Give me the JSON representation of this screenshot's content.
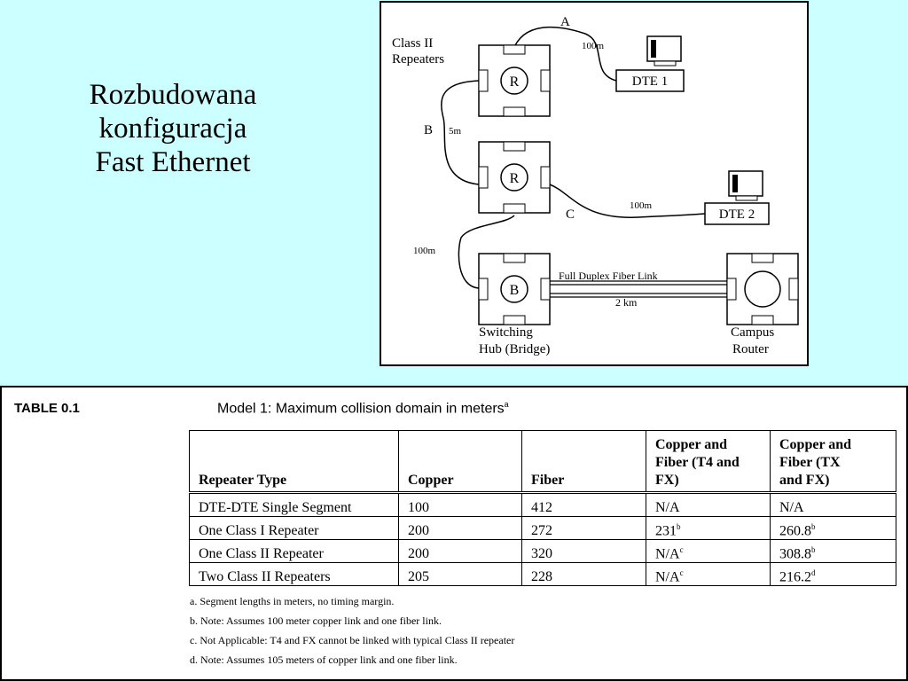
{
  "slide": {
    "title_lines": [
      "Rozbudowana",
      "konfiguracja",
      "Fast Ethernet"
    ]
  },
  "diagram": {
    "class_label": [
      "Class II",
      "Repeaters"
    ],
    "repeater_symbol": "R",
    "bridge_symbol": "B",
    "link_a": "A",
    "link_b": "B",
    "link_c": "C",
    "len_a": "100m",
    "len_b": "5m",
    "len_c": "100m",
    "len_d": "100m",
    "dte1": "DTE 1",
    "dte2": "DTE 2",
    "fiber_label": "Full Duplex Fiber Link",
    "fiber_len": "2 km",
    "hub_label": [
      "Switching",
      "Hub (Bridge)"
    ],
    "router_label": [
      "Campus",
      "Router"
    ]
  },
  "table": {
    "label": "TABLE  0.1",
    "caption": "Model 1: Maximum collision domain in meters",
    "caption_sup": "a",
    "headers": [
      [
        "Repeater Type"
      ],
      [
        "Copper"
      ],
      [
        "Fiber"
      ],
      [
        "Copper and",
        "Fiber (T4 and",
        "FX)"
      ],
      [
        "Copper and",
        "Fiber (TX",
        "and FX)"
      ]
    ],
    "rows": [
      [
        {
          "v": "DTE-DTE Single Segment",
          "s": ""
        },
        {
          "v": "100",
          "s": ""
        },
        {
          "v": "412",
          "s": ""
        },
        {
          "v": "N/A",
          "s": ""
        },
        {
          "v": "N/A",
          "s": ""
        }
      ],
      [
        {
          "v": "One Class I Repeater",
          "s": ""
        },
        {
          "v": "200",
          "s": ""
        },
        {
          "v": "272",
          "s": ""
        },
        {
          "v": "231",
          "s": "b"
        },
        {
          "v": "260.8",
          "s": "b"
        }
      ],
      [
        {
          "v": "One Class II Repeater",
          "s": ""
        },
        {
          "v": "200",
          "s": ""
        },
        {
          "v": "320",
          "s": ""
        },
        {
          "v": "N/A",
          "s": "c"
        },
        {
          "v": "308.8",
          "s": "b"
        }
      ],
      [
        {
          "v": "Two Class II Repeaters",
          "s": ""
        },
        {
          "v": "205",
          "s": ""
        },
        {
          "v": "228",
          "s": ""
        },
        {
          "v": "N/A",
          "s": "c"
        },
        {
          "v": "216.2",
          "s": "d"
        }
      ]
    ],
    "footnotes": [
      "a. Segment lengths in meters, no timing margin.",
      "b. Note: Assumes 100 meter copper link and one fiber link.",
      "c. Not Applicable: T4 and FX cannot be linked with typical Class II repeater",
      "d. Note: Assumes 105 meters of copper link and one fiber link."
    ]
  }
}
